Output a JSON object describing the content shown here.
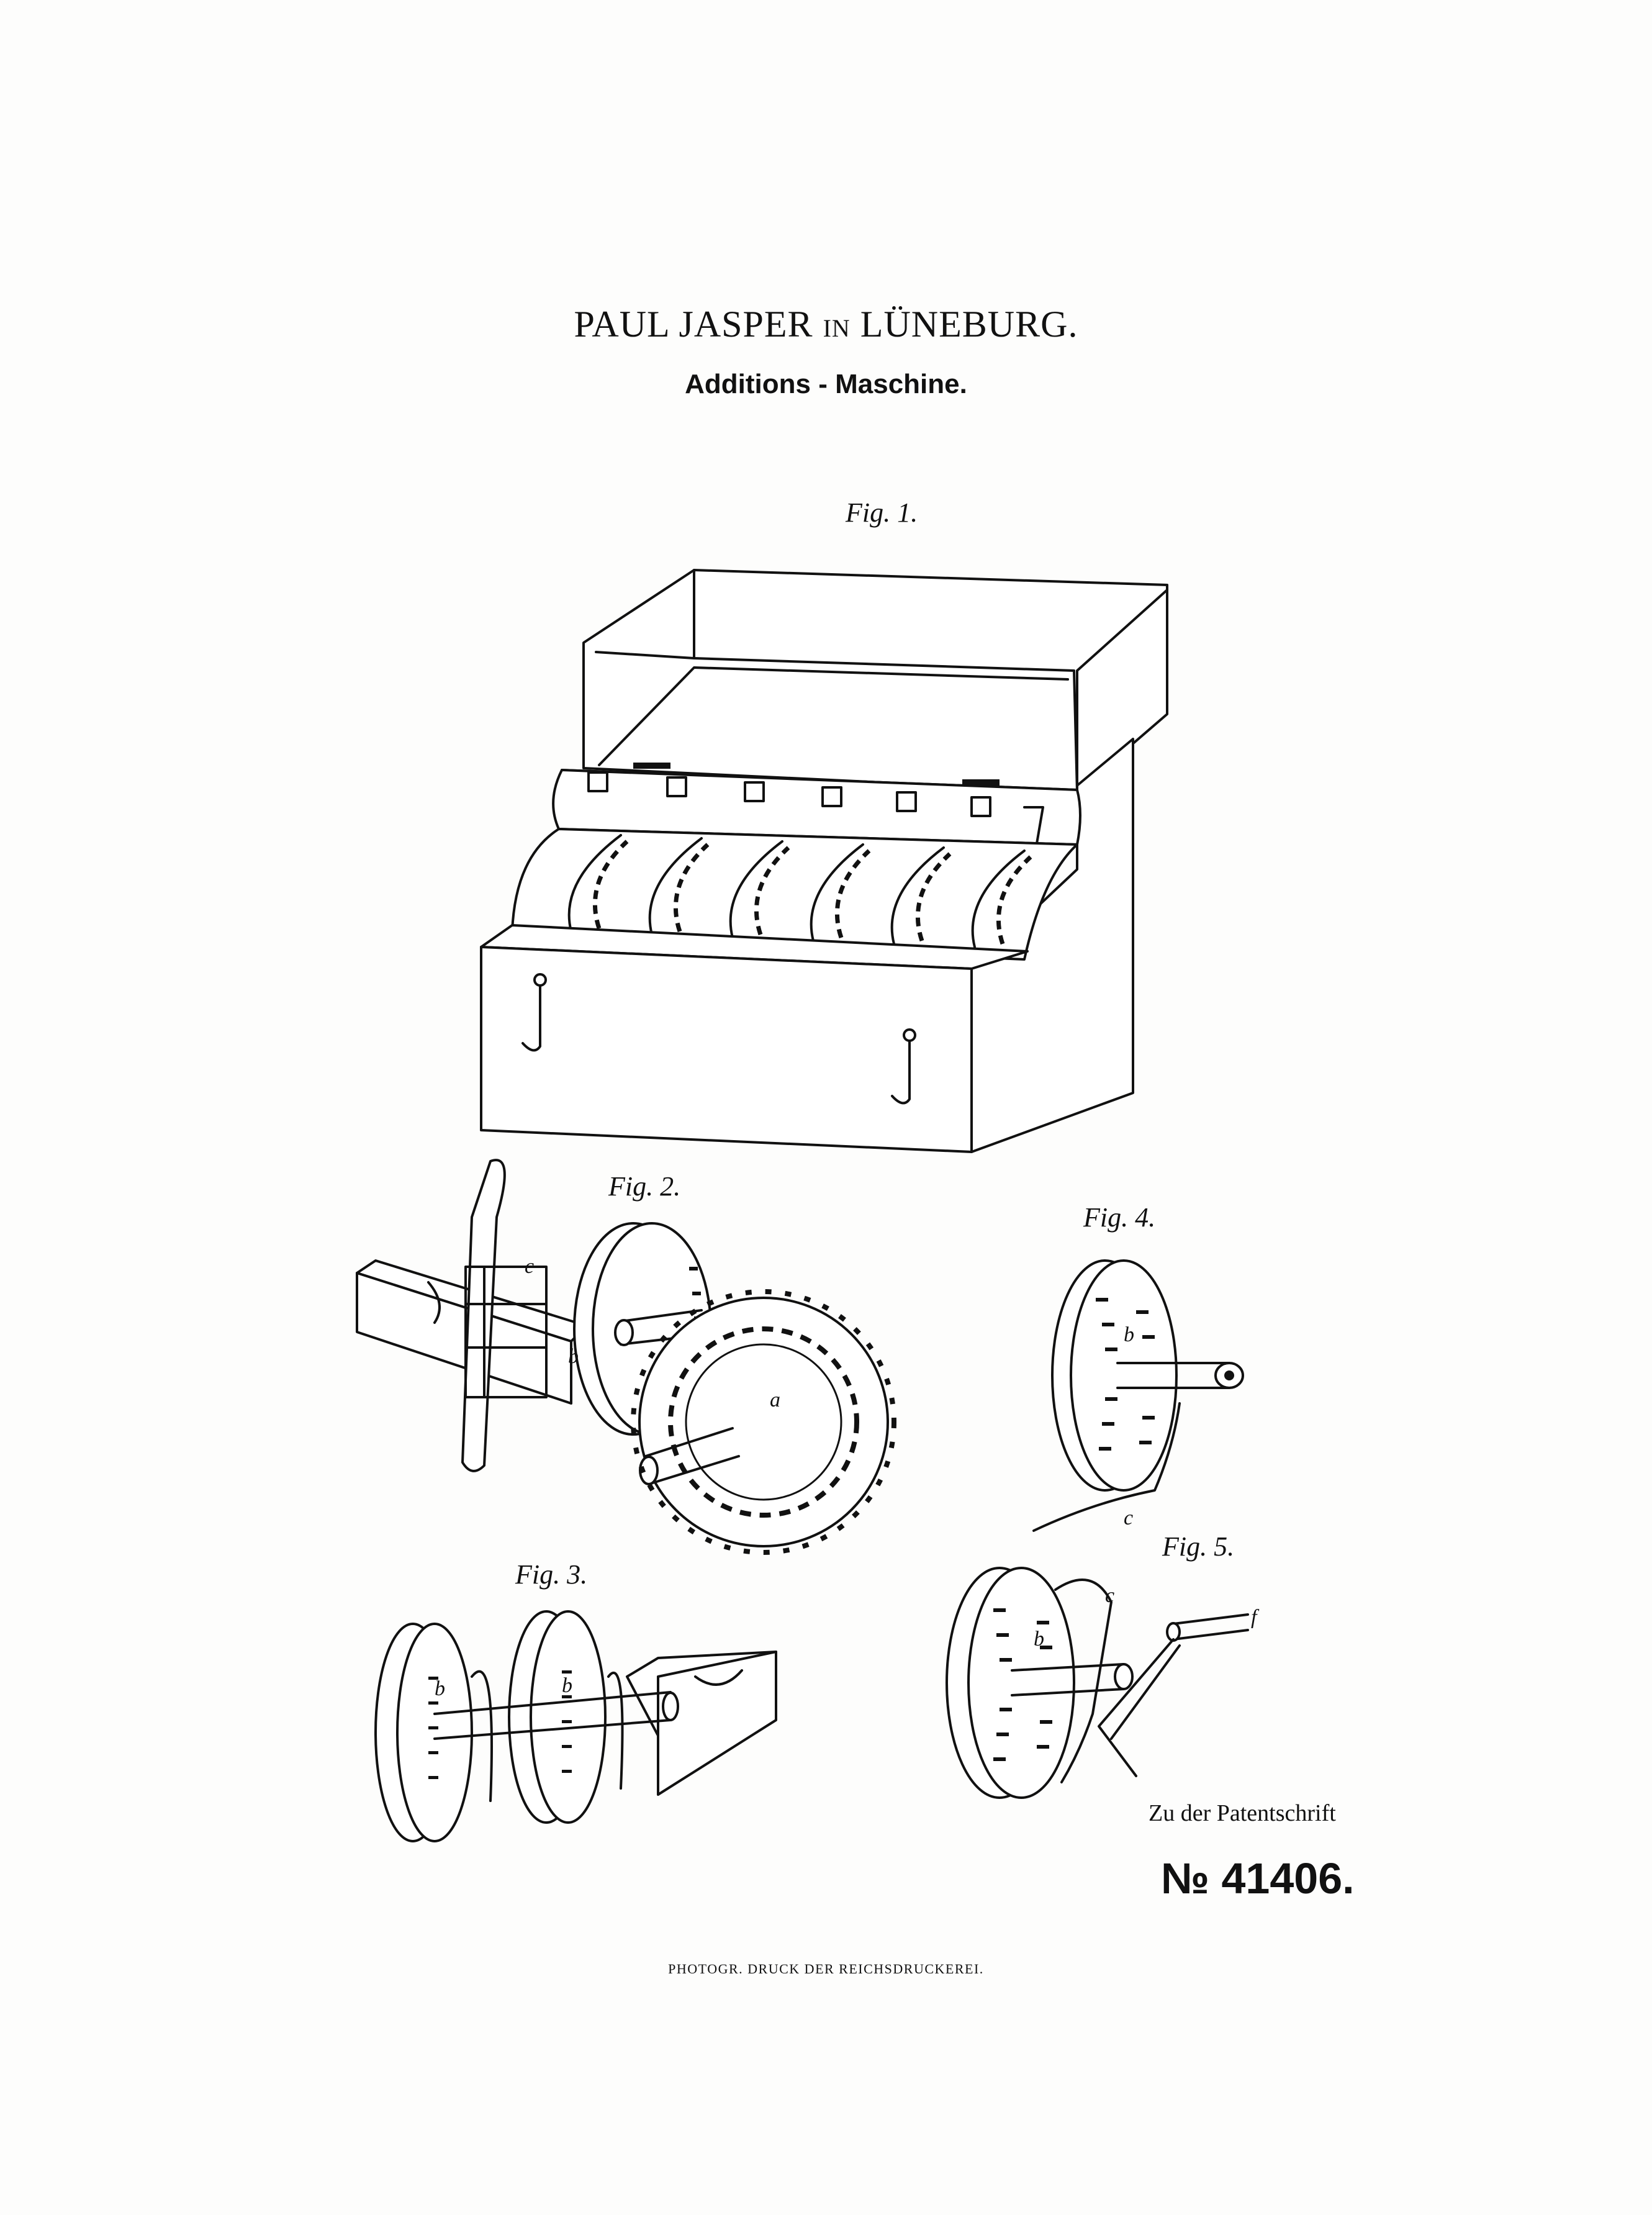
{
  "header": {
    "inventor_name": "PAUL JASPER",
    "connector": "IN",
    "place": "LÜNEBURG.",
    "subtitle": "Additions - Maschine."
  },
  "figures": [
    {
      "label": "Fig. 1."
    },
    {
      "label": "Fig. 2."
    },
    {
      "label": "Fig. 3."
    },
    {
      "label": "Fig. 4."
    },
    {
      "label": "Fig. 5."
    }
  ],
  "figure_annotations": {
    "fig2": [
      "a",
      "b",
      "c"
    ],
    "fig3": [
      "b",
      "b"
    ],
    "fig4": [
      "b",
      "c"
    ],
    "fig5": [
      "b",
      "c",
      "f"
    ]
  },
  "footer": {
    "patent_reference": "Zu der Patentschrift",
    "patent_number": "№ 41406.",
    "printer": "PHOTOGR. DRUCK DER REICHSDRUCKEREI."
  }
}
